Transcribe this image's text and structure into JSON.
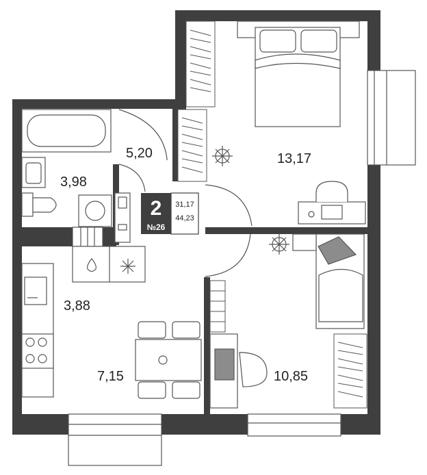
{
  "rooms": {
    "hall": "5,20",
    "bathroom": "3,98",
    "bedroom": "13,17",
    "entry": "3,88",
    "kitchen": "7,15",
    "second_bedroom": "10,85"
  },
  "badge": {
    "rooms_count": "2",
    "apartment_number": "№26",
    "living_area": "31,17",
    "total_area": "44,23"
  },
  "colors": {
    "wall": "#3f3f3f",
    "line": "#555555",
    "fixture_fill": "#ffffff",
    "accent_fill": "#8c8c8c"
  }
}
